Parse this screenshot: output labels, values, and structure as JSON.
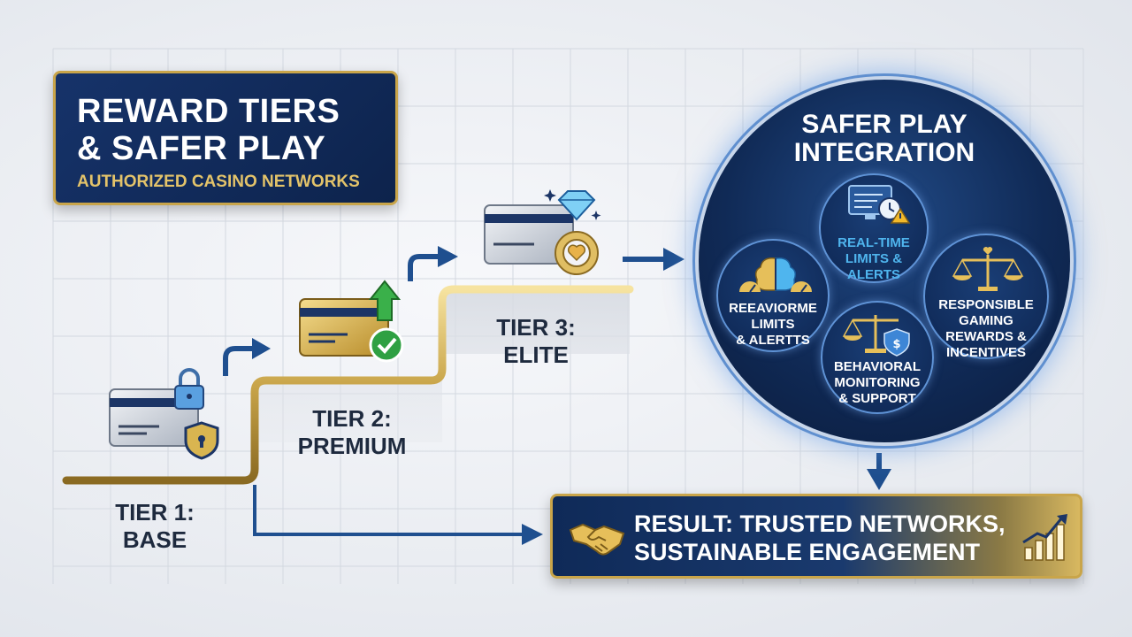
{
  "header": {
    "title_line1": "REWARD TIERS",
    "title_line2": "& SAFER PLAY",
    "subtitle": "AUTHORIZED CASINO NETWORKS"
  },
  "tiers": [
    {
      "line1": "TIER 1:",
      "line2": "BASE",
      "icon": "credit-card-lock-shield-icon"
    },
    {
      "line1": "TIER 2:",
      "line2": "PREMIUM",
      "icon": "gold-card-upgrade-check-icon"
    },
    {
      "line1": "TIER 3:",
      "line2": "ELITE",
      "icon": "card-diamond-heart-icon"
    }
  ],
  "integration": {
    "title_line1": "SAFER PLAY",
    "title_line2": "INTEGRATION",
    "items": [
      {
        "lines": [
          "REAL-TIME",
          "LIMITS &",
          "ALERTS"
        ],
        "icon": "monitor-clock-warning-icon",
        "color": "#4fb5ee"
      },
      {
        "lines": [
          "REEAVIORME",
          "LIMITS",
          "& ALERTTS"
        ],
        "icon": "brain-gauge-icon",
        "color": "#ffffff"
      },
      {
        "lines": [
          "RESPONSIBLE",
          "GAMING",
          "REWARDS &",
          "INCENTIVES"
        ],
        "icon": "scale-heart-icon",
        "color": "#ffffff"
      },
      {
        "lines": [
          "BEHAVIORAL",
          "MONITORING",
          "& SUPPORT"
        ],
        "icon": "scale-shield-icon",
        "color": "#ffffff"
      }
    ]
  },
  "result": {
    "line1": "RESULT: TRUSTED NETWORKS,",
    "line2": "SUSTAINABLE ENGAGEMENT",
    "left_icon": "handshake-icon",
    "right_icon": "growth-chart-icon"
  },
  "colors": {
    "navy": "#0d234c",
    "gold": "#c9a54a",
    "accent_blue": "#4fb5ee",
    "arrow_blue": "#1f4f8f"
  }
}
